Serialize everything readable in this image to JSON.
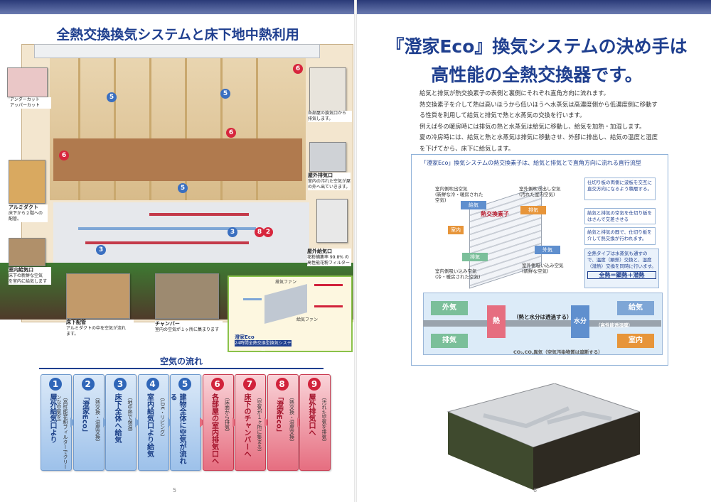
{
  "left_page": {
    "title": "全熱交換換気システムと床下地中熱利用",
    "callouts": {
      "undercut": "アンダーカット\nアッパーカット",
      "exhaust_note": "各部屋の換気口から\n排気します。",
      "outdoor_exhaust_title": "屋外排気口",
      "outdoor_exhaust_text": "室内の汚れた空気が屋\nの外へ出ていきます。",
      "aluminum_title": "アルミダクト",
      "aluminum_text": "床下から２階への\n配管。",
      "indoor_inlet_title": "室内給気口",
      "indoor_inlet_text": "床下の新鮮な空気\nを室内に給気します",
      "outdoor_supply_title": "屋外給気口",
      "outdoor_supply_text": "花粉捕集率 99.8% の\n高性能花粉フィルター",
      "underfloor_title": "床下配管",
      "underfloor_text": "アルミダクトの中を空気が流れ\nます。",
      "chamber_title": "チャンバー",
      "chamber_text": "室内の空気が１ヶ所に集まります",
      "eco_label": "澄家Eco",
      "eco_bar": "24時間全熱交換型換気システム",
      "eco_fan_label": "排気ファン",
      "eco_fan_label2": "給気ファン"
    },
    "flow": {
      "title": "空気の流れ",
      "steps": [
        {
          "num": "1",
          "main": "屋外給気口より",
          "sub": "（高性能花粉フィルターでクリーンな空気を）"
        },
        {
          "num": "2",
          "main": "「澄家Eco」",
          "sub": "（熱交換・湿度交換）"
        },
        {
          "num": "3",
          "main": "床下全体へ給気",
          "sub": "（地中熱で保温）"
        },
        {
          "num": "4",
          "main": "室内給気口より給気",
          "sub": "（LDK・リビング）"
        },
        {
          "num": "5",
          "main": "建物全体に空気が流れる",
          "sub": ""
        },
        {
          "num": "6",
          "main": "各部屋の室内排気口へ",
          "sub": "（床面から排気）"
        },
        {
          "num": "7",
          "main": "床下のチャンバーへ",
          "sub": "（空気が１ヶ所に集まる）"
        },
        {
          "num": "8",
          "main": "「澄家Eco」",
          "sub": "（熱交換・湿度交換）"
        },
        {
          "num": "9",
          "main": "屋外排気口へ",
          "sub": "（汚れた空気を排気）"
        }
      ]
    },
    "page_number": "5"
  },
  "right_page": {
    "title_line1": "『澄家Eco』換気システムの決め手は",
    "title_line2": "高性能の全熱交換器です。",
    "paragraph": [
      "給気と排気が熱交換素子の表側と裏側にそれぞれ直角方向に流れます。",
      "熱交換素子を介して熱は高いほうから低いほうへ水蒸気は高濃度側から低濃度側に移動す",
      "る性質を利用して給気と排気で熱と水蒸気の交換を行います。",
      "例えば冬の暖房時には排気の熱と水蒸気は給気に移動し、給気を加熱・加湿します。",
      "夏の冷房時には、給気と熱と水蒸気は排気に移動させ、外部に排出し、給気の温度と湿度",
      "を下げてから、床下に給気します。"
    ],
    "diagram": {
      "title": "「澄家Eco」換気システムの熱交換素子は、給気と排気とで直角方向に流れる直行流型",
      "element_label": "熱交換素子",
      "tags": {
        "fresh_in": "室内側吹出空気\n(新鮮な冷・暖房された空気)",
        "out_exhaust": "室外側吹き出し空気\n(汚れた室内空気)",
        "indoor_in": "室内側吸い込み空気\n(冷・暖房された空気)",
        "outdoor_in": "室外側吸い込み空気\n(新鮮な空気)",
        "label_exhaust": "排気",
        "label_supply": "給気",
        "label_outside": "外気",
        "label_indoor": "室内"
      },
      "notes": [
        "仕切り板の両側に波板を交互に直交方向になるよう積層する。",
        "給気と排気の空気を仕切り板をはさんで交差させる",
        "給気と排気の間で、仕切り板を介して熱交換が行われます。",
        "全熱タイプは水蒸気も通すので、温度（顕熱）交換と、湿度（潜熱）交換を同時に行います。"
      ],
      "formula": "全熱＝顕熱＋潜熱",
      "band": {
        "outside": "外気",
        "supply": "給気",
        "exhaust": "排気",
        "indoor": "室内",
        "heat": "熱",
        "water": "水分",
        "center": "（熱と水分は透過する）",
        "membrane": "（高性能透湿膜）",
        "co2": "CO₂,CO,異気（空気汚染物質は遮断する）"
      }
    },
    "page_number": "6"
  },
  "colors": {
    "brand_blue": "#1f3f8f",
    "step_blue": "#2f66b8",
    "step_red": "#d1223b"
  }
}
